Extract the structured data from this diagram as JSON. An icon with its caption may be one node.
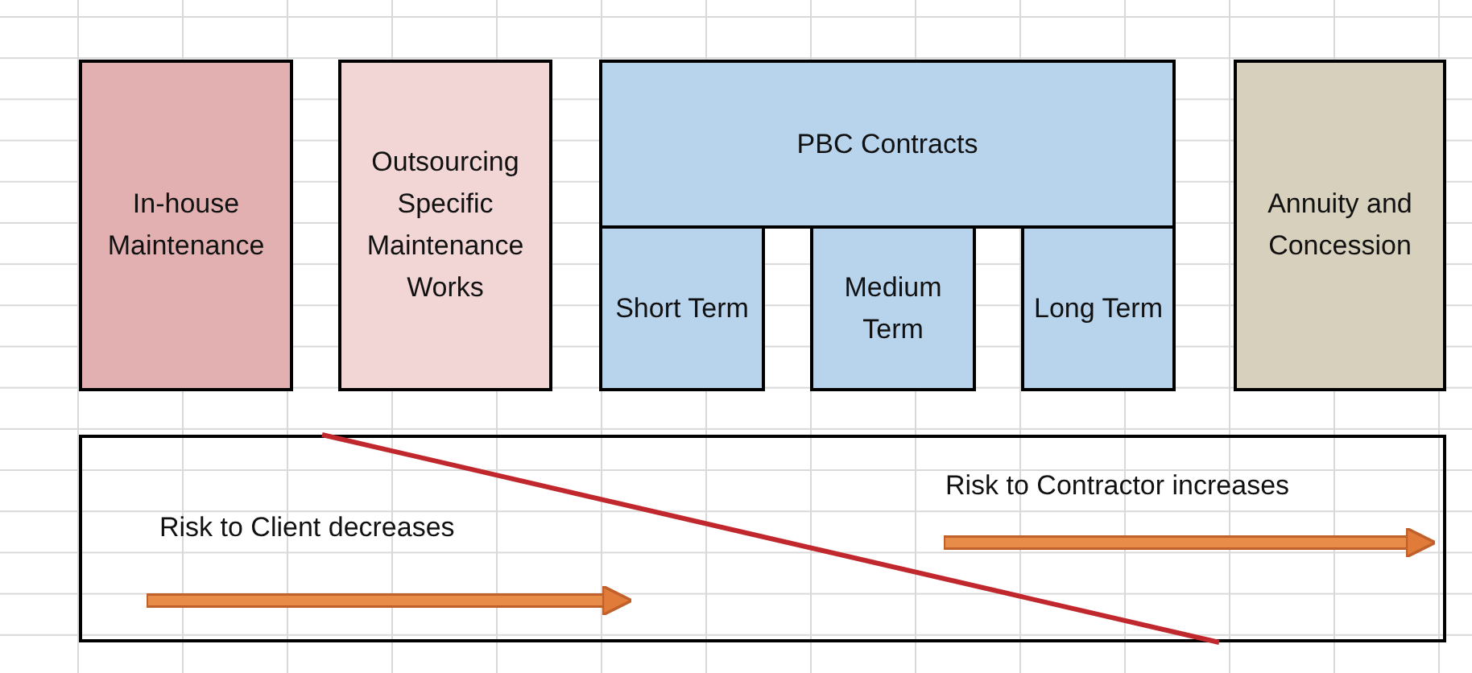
{
  "diagram": {
    "nodes": [
      {
        "text": [
          "In-house Maintenance"
        ]
      },
      {
        "text": [
          "Outsourcing Specific Maintenance Works"
        ]
      },
      {
        "text": [
          "PBC Contracts"
        ]
      },
      {
        "text": [
          "Short Term"
        ]
      },
      {
        "text": [
          "Medium Term"
        ]
      },
      {
        "text": [
          "Long Term"
        ]
      },
      {
        "text": [
          "Annuity and Concession"
        ]
      },
      {
        "text": [
          "Risk to Client decreases",
          "Risk to Contractor increases"
        ]
      }
    ],
    "edges": []
  }
}
